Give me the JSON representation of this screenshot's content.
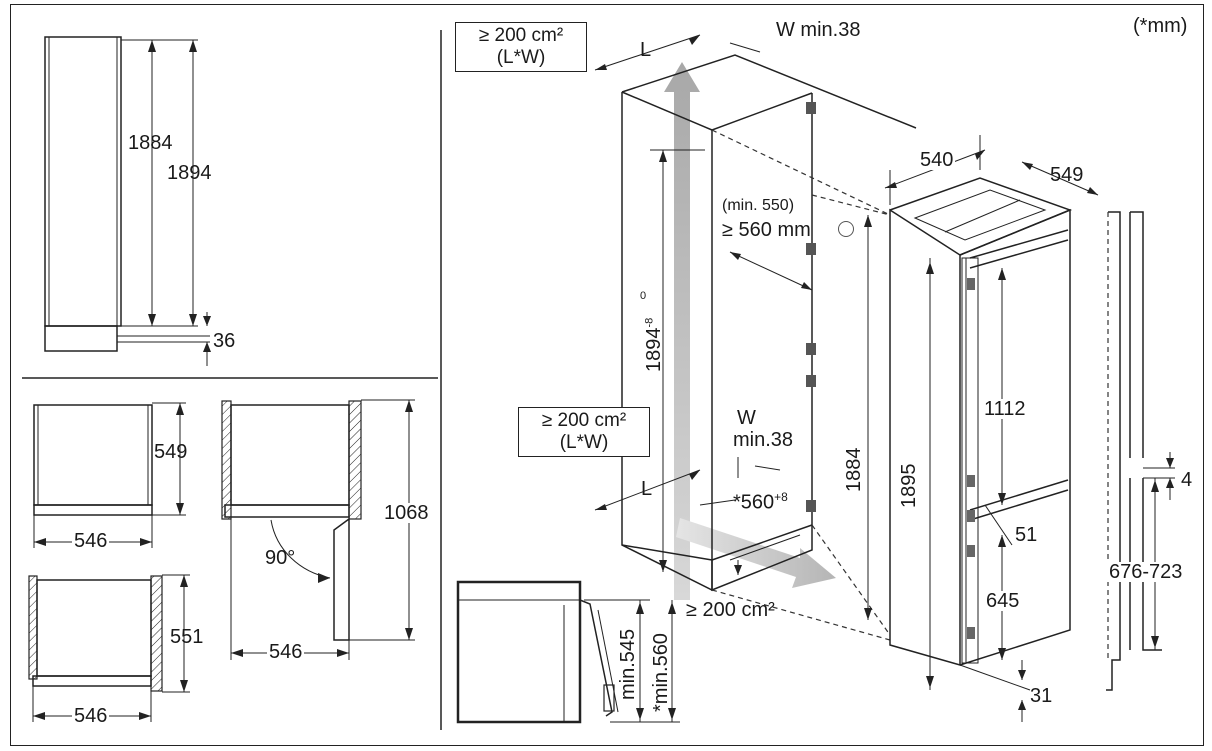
{
  "unit_note": "(*mm)",
  "side_view": {
    "height_inner": "1884",
    "height_outer": "1894",
    "gap_bottom": "36"
  },
  "top_views": {
    "depth_1": "549",
    "width_1": "546",
    "depth_2": "551",
    "width_2": "546",
    "door_swing_angle": "90°",
    "door_swing_width": "546",
    "door_swing_depth": "1068"
  },
  "niche": {
    "vent_top": "≥ 200 cm²",
    "vent_top_sub": "(L*W)",
    "vent_top_L": "L",
    "vent_top_W": "W min.38",
    "min_depth_small": "(min. 550)",
    "min_depth": "≥ 560 mm",
    "niche_height": "1894",
    "niche_height_tol": "-8",
    "niche_height_tol_zero": "0",
    "vent_mid": "≥ 200 cm²",
    "vent_mid_sub": "(L*W)",
    "vent_mid_L": "L",
    "vent_mid_W": "W",
    "vent_mid_W_min": "min.38",
    "niche_width": "*560",
    "niche_width_tol": "+8",
    "vent_bottom": "≥ 200 cm²",
    "niche_interior_height": "1884"
  },
  "appliance": {
    "width": "540",
    "depth": "549",
    "total_height": "1895",
    "upper_height": "1112",
    "gap_mid": "51",
    "lower_height": "645",
    "bottom_gap": "31",
    "door_gap": "4",
    "door_range": "676-723"
  },
  "plinth": {
    "min_545": "min.545",
    "min_560": "*min.560"
  }
}
